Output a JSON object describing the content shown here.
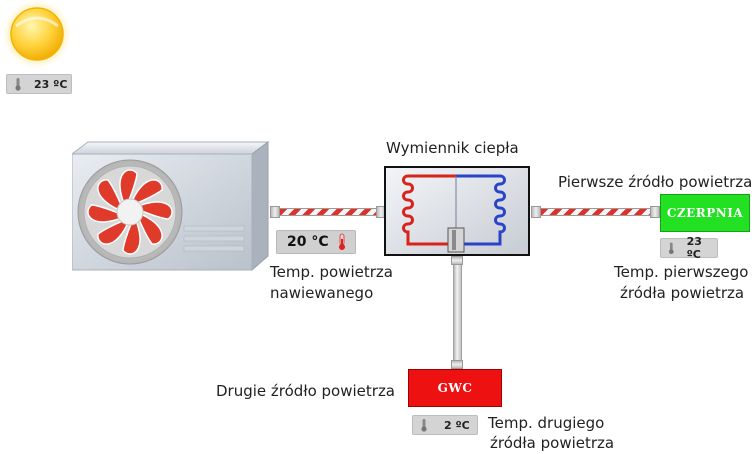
{
  "weather": {
    "icon": "sun-icon",
    "outdoor_temp": "23 ºC"
  },
  "heat_exchanger": {
    "title": "Wymiennik ciepła"
  },
  "supply_air": {
    "temp": "20 °C",
    "label_line1": "Temp. powietrza",
    "label_line2": "nawiewanego"
  },
  "first_source": {
    "title": "Pierwsze źródło powietrza",
    "box_label": "CZERPNIA",
    "box_color": "#22e022",
    "temp": "23 ºC",
    "temp_label_line1": "Temp. pierwszego",
    "temp_label_line2": "źródła powietrza"
  },
  "second_source": {
    "title": "Drugie źródło powietrza",
    "box_label": "GWC",
    "box_color": "#ee1111",
    "temp": "2 ºC",
    "temp_label_line1": "Temp. drugiego",
    "temp_label_line2": "źródła powietrza"
  },
  "colors": {
    "pipe_red": "#e0302a",
    "chip_gray": "#d4d4d4",
    "fan_red": "#e03a2a"
  }
}
